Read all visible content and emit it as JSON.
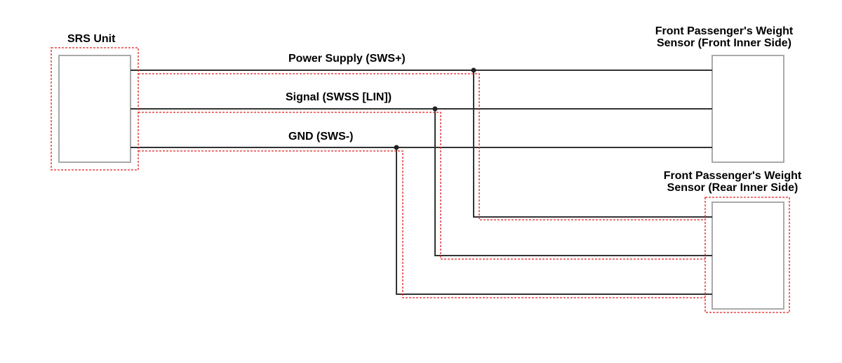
{
  "components": {
    "srs_unit": "SRS Unit",
    "front_sensor": [
      "Front Passenger's Weight",
      "Sensor (Front Inner Side)"
    ],
    "rear_sensor": [
      "Front Passenger's Weight",
      "Sensor (Rear Inner Side)"
    ]
  },
  "wires": {
    "power": "Power Supply (SWS+)",
    "signal": "Signal (SWSS [LIN])",
    "ground": "GND (SWS-)"
  },
  "colors": {
    "wire": "#333333",
    "box_border": "#aaaaaa",
    "shield": "#e02020"
  }
}
